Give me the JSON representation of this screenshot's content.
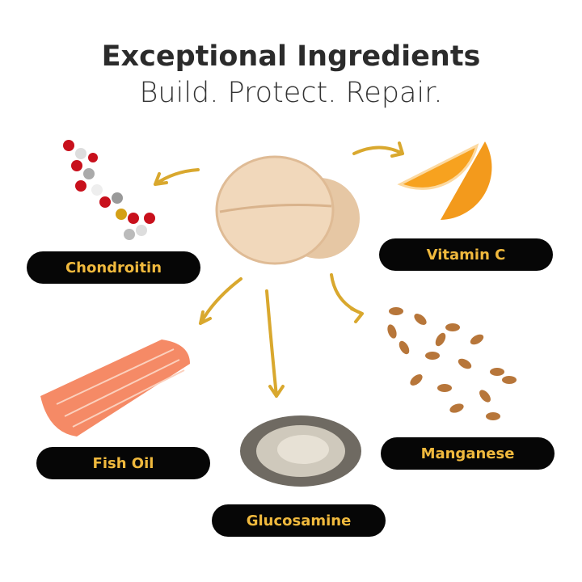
{
  "header": {
    "title": "Exceptional Ingredients",
    "subtitle": "Build. Protect. Repair."
  },
  "ingredients": [
    {
      "label": "Chondroitin",
      "icon": "molecule-icon"
    },
    {
      "label": "Vitamin C",
      "icon": "orange-slice-icon"
    },
    {
      "label": "Fish Oil",
      "icon": "salmon-fillet-icon"
    },
    {
      "label": "Manganese",
      "icon": "almonds-icon"
    },
    {
      "label": "Glucosamine",
      "icon": "oyster-icon"
    }
  ],
  "colors": {
    "accent": "#f0b93d",
    "arrow": "#d9a82e",
    "pill": "#060606"
  }
}
